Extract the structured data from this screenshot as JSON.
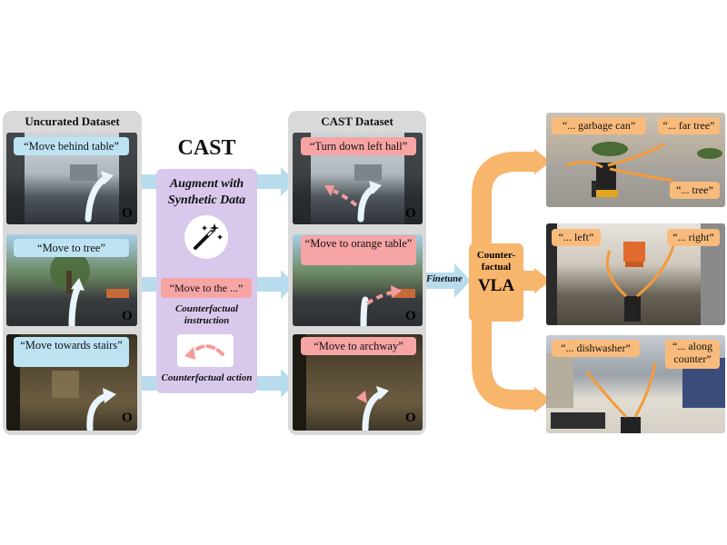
{
  "left_panel": {
    "title": "Uncurated Dataset",
    "items": [
      {
        "label": "“Move behind table”",
        "marker": "O"
      },
      {
        "label": "“Move to tree”",
        "marker": "O"
      },
      {
        "label": "“Move towards stairs”",
        "marker": "O"
      }
    ]
  },
  "center": {
    "title": "CAST",
    "augment_label": "Augment with Synthetic Data",
    "instruction_example": "“Move to the ...”",
    "instruction_caption": "Counterfactual instruction",
    "action_caption": "Counterfactual action",
    "icon": "magic-wand-icon"
  },
  "right_panel": {
    "title": "CAST Dataset",
    "items": [
      {
        "label": "“Turn down left hall”",
        "marker": "O"
      },
      {
        "label": "“Move to orange table”",
        "marker": "O"
      },
      {
        "label": "“Move to archway”",
        "marker": "O"
      }
    ]
  },
  "finetune_label": "Finetune",
  "vla": {
    "line1": "Counter-",
    "line2": "factual",
    "line3": "VLA"
  },
  "scenes": [
    {
      "labels": [
        "“... garbage can”",
        "“... far tree”",
        "“... tree”"
      ]
    },
    {
      "labels": [
        "“... left”",
        "“... right”"
      ]
    },
    {
      "labels": [
        "“... dishwasher”",
        "“... along counter”"
      ]
    }
  ],
  "colors": {
    "blue_bubble": "#bde3f3",
    "red_bubble": "#f6a4a4",
    "orange": "#f8b56c",
    "purple": "#d8c9ec",
    "panel": "#d9d9d9"
  }
}
